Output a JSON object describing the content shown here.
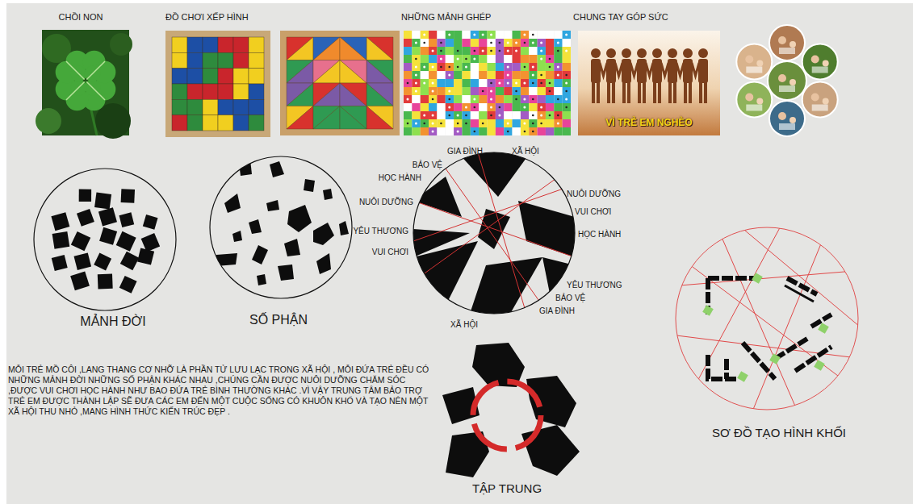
{
  "diagram": {
    "nodes": [
      {
        "text": [
          "MẢNH ĐỜI"
        ]
      },
      {
        "text": [
          "SỐ PHẬN"
        ]
      },
      {
        "text": [
          "GIA ĐÌNH",
          "XÃ HỘI",
          "BẢO VỆ",
          "HỌC HÀNH",
          "NUÔI DƯỠNG",
          "YÊU THƯƠNG",
          "VUI CHƠI",
          "NUÔI DƯỠNG",
          "VUI CHƠI",
          "HỌC HÀNH",
          "YÊU THƯƠNG",
          "BẢO VỆ",
          "GIA ĐÌNH",
          "XÃ HỘI"
        ]
      },
      {
        "text": [
          "SƠ ĐỒ TẠO HÌNH KHỐI"
        ]
      }
    ],
    "labels": [
      "CHỒI NON",
      "ĐỒ CHƠI XẾP HÌNH",
      "NHỮNG MẢNH GHÉP",
      "CHUNG TAY GÓP SỨC",
      "VÌ TRẺ EM NGHÈO",
      "MỖI TRẺ MỒ CÔI ,LANG THANG CƠ NHỠ LÀ PHẦN TỬ LƯU LẠC TRONG XÃ HỘI , MỖI ĐỨA TRẺ ĐỀU CÓ NHỮNG MẢNH ĐỜI NHỮNG SỐ PHẬN KHÁC NHAU ,CHÚNG CẦN ĐƯỢC NUÔI DƯỠNG CHĂM SÓC ,ĐƯỢC VUI CHƠI HỌC HÀNH NHƯ BAO ĐỨA TRẺ BÌNH THƯỜNG KHÁC .VÌ VẬY TRUNG TÂM BẢO TRỢ TRẺ EM ĐƯỢC THÀNH LẬP SẼ ĐƯA CÁC EM ĐẾN MỘT CUỘC SỐNG CÓ KHUÔN KHỔ VÀ TẠO NÊN MỘT XÃ HỘI THU NHỎ ,MANG HÌNH THỨC KIẾN TRÚC ĐẸP .",
      "TẬP TRUNG"
    ]
  }
}
